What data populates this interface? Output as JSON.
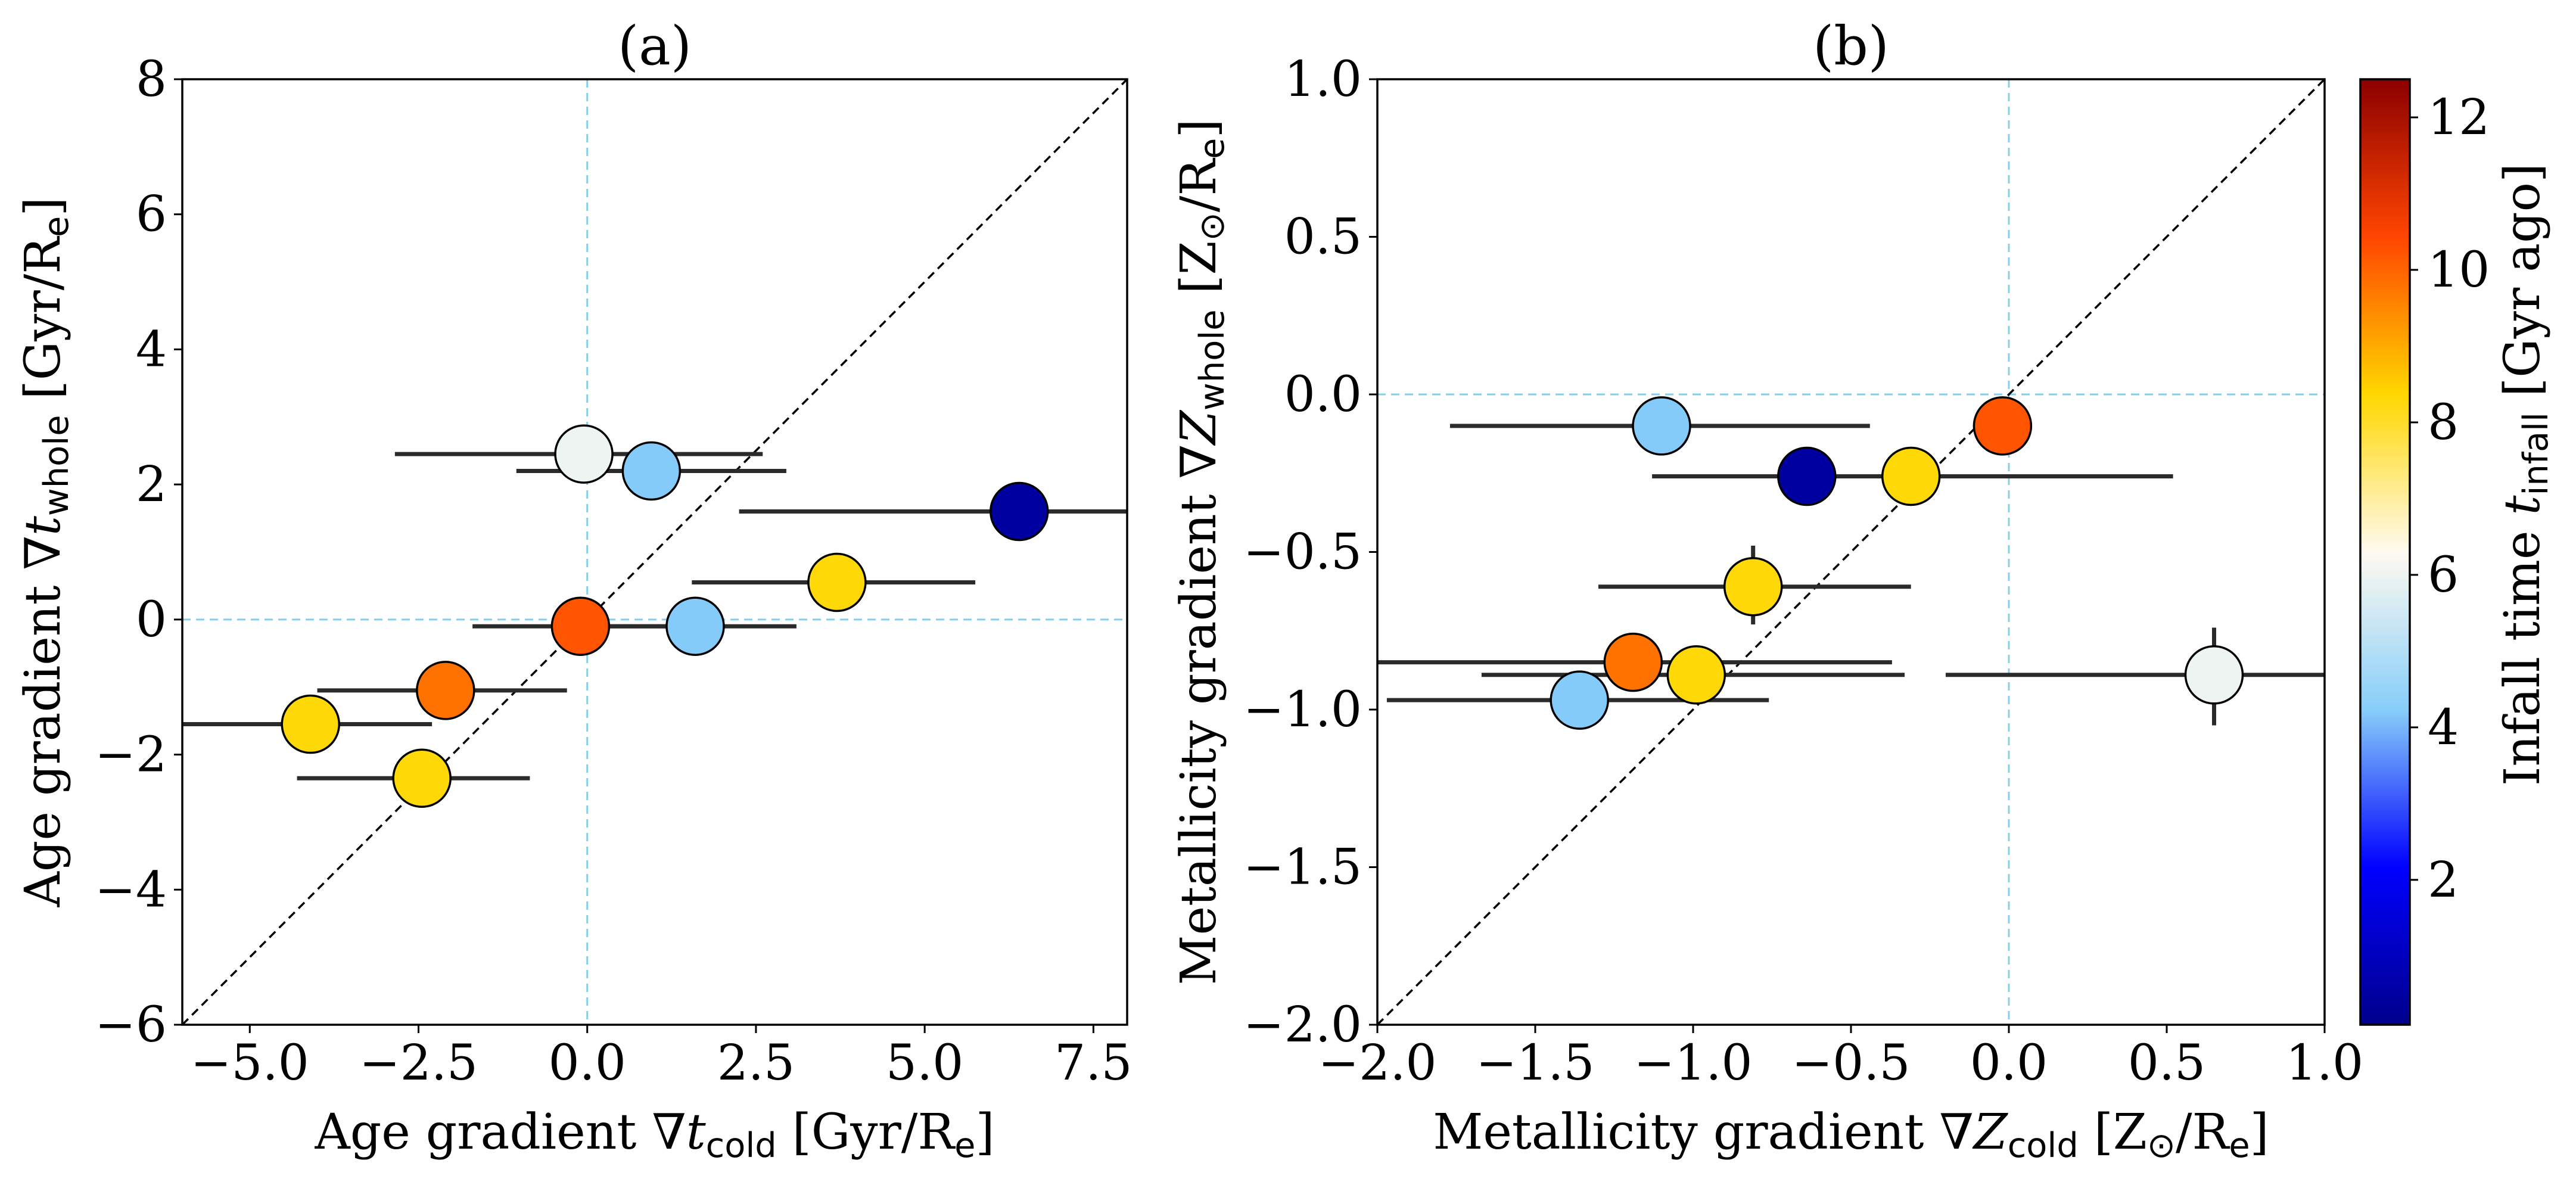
{
  "chart_data": [
    {
      "type": "scatter",
      "title": "(a)",
      "xlabel": {
        "main": "Age gradient ∇",
        "var": "t",
        "sub": "cold",
        "unit": " [Gyr/R",
        "unit_sub": "e",
        "unit_end": "]"
      },
      "ylabel": {
        "main": "Age gradient ∇",
        "var": "t",
        "sub": "whole",
        "unit": " [Gyr/R",
        "unit_sub": "e",
        "unit_end": "]"
      },
      "xlim": [
        -6.0,
        8.0
      ],
      "ylim": [
        -6.0,
        8.0
      ],
      "xticks": [
        -5.0,
        -2.5,
        0.0,
        2.5,
        5.0,
        7.5
      ],
      "xtick_labels": [
        "−5.0",
        "−2.5",
        "0.0",
        "2.5",
        "5.0",
        "7.5"
      ],
      "yticks": [
        -6,
        -4,
        -2,
        0,
        2,
        4,
        6,
        8
      ],
      "ytick_labels": [
        "−6",
        "−4",
        "−2",
        "0",
        "2",
        "4",
        "6",
        "8"
      ],
      "one_to_one_line": true,
      "zero_lines": {
        "x": 0,
        "y": 0,
        "color": "#87ceeb"
      },
      "points": [
        {
          "x": -0.05,
          "y": 2.45,
          "xerr": [
            -2.85,
            2.6
          ],
          "infall": 6.0
        },
        {
          "x": 0.95,
          "y": 2.2,
          "xerr": [
            -1.05,
            2.95
          ],
          "infall": 4.2
        },
        {
          "x": 6.4,
          "y": 1.6,
          "xerr": [
            2.25,
            8.0
          ],
          "infall": 0.5
        },
        {
          "x": 3.7,
          "y": 0.55,
          "xerr": [
            1.55,
            5.75
          ],
          "infall": 8.3
        },
        {
          "x": -0.1,
          "y": -0.1,
          "xerr": [
            -1.7,
            1.5
          ],
          "infall": 10.2
        },
        {
          "x": 1.6,
          "y": -0.1,
          "xerr": [
            0.0,
            3.1
          ],
          "infall": 4.2
        },
        {
          "x": -2.1,
          "y": -1.05,
          "xerr": [
            -4.0,
            -0.3
          ],
          "infall": 9.8
        },
        {
          "x": -4.1,
          "y": -1.55,
          "xerr": [
            -6.0,
            -2.3
          ],
          "infall": 8.3
        },
        {
          "x": -2.45,
          "y": -2.35,
          "xerr": [
            -4.3,
            -0.85
          ],
          "infall": 8.3
        }
      ]
    },
    {
      "type": "scatter",
      "title": "(b)",
      "xlabel": {
        "main": "Metallicity gradient ∇",
        "var": "Z",
        "sub": "cold",
        "unit": " [Z",
        "unit_sub": "⊙",
        "unit_mid": "/R",
        "unit_sub2": "e",
        "unit_end": "]"
      },
      "ylabel": {
        "main": "Metallicity gradient ∇",
        "var": "Z",
        "sub": "whole",
        "unit": " [Z",
        "unit_sub": "⊙",
        "unit_mid": "/R",
        "unit_sub2": "e",
        "unit_end": "]"
      },
      "xlim": [
        -2.0,
        1.0
      ],
      "ylim": [
        -2.0,
        1.0
      ],
      "xticks": [
        -2.0,
        -1.5,
        -1.0,
        -0.5,
        0.0,
        0.5,
        1.0
      ],
      "xtick_labels": [
        "−2.0",
        "−1.5",
        "−1.0",
        "−0.5",
        "0.0",
        "0.5",
        "1.0"
      ],
      "yticks": [
        -2.0,
        -1.5,
        -1.0,
        -0.5,
        0.0,
        0.5,
        1.0
      ],
      "ytick_labels": [
        "−2.0",
        "−1.5",
        "−1.0",
        "−0.5",
        "0.0",
        "0.5",
        "1.0"
      ],
      "one_to_one_line": true,
      "zero_lines": {
        "x": 0,
        "y": 0,
        "color": "#87ceeb"
      },
      "points": [
        {
          "x": -1.1,
          "y": -0.1,
          "xerr": [
            -1.77,
            -0.44
          ],
          "infall": 4.2
        },
        {
          "x": -0.02,
          "y": -0.1,
          "xerr": null,
          "infall": 10.2
        },
        {
          "x": -0.64,
          "y": -0.26,
          "xerr": [
            -1.13,
            0.52
          ],
          "infall": 0.5
        },
        {
          "x": -0.31,
          "y": -0.26,
          "xerr": null,
          "infall": 8.3
        },
        {
          "x": -0.81,
          "y": -0.61,
          "xerr": [
            -1.3,
            -0.31
          ],
          "yerr": [
            -0.73,
            -0.48
          ],
          "infall": 8.3
        },
        {
          "x": -1.19,
          "y": -0.85,
          "xerr": [
            -2.0,
            -0.37
          ],
          "infall": 9.8
        },
        {
          "x": -0.99,
          "y": -0.89,
          "xerr": [
            -1.67,
            -0.33
          ],
          "infall": 8.3
        },
        {
          "x": -1.36,
          "y": -0.97,
          "xerr": [
            -1.97,
            -0.76
          ],
          "infall": 4.2
        },
        {
          "x": 0.65,
          "y": -0.89,
          "xerr": [
            -0.2,
            1.0
          ],
          "yerr": [
            -1.05,
            -0.74
          ],
          "infall": 6.0
        }
      ]
    }
  ],
  "colorbar": {
    "label_main": "Infall time ",
    "label_var": "t",
    "label_sub": "infall",
    "label_unit": " [Gyr ago]",
    "range": [
      0.1,
      12.5
    ],
    "ticks": [
      2,
      4,
      6,
      8,
      10,
      12
    ],
    "tick_labels": [
      "2",
      "4",
      "6",
      "8",
      "10",
      "12"
    ],
    "colormap": [
      "#00008b",
      "#0000ff",
      "#87cefa",
      "#fffaf0",
      "#ffd700",
      "#ff4500",
      "#8b0000"
    ]
  }
}
